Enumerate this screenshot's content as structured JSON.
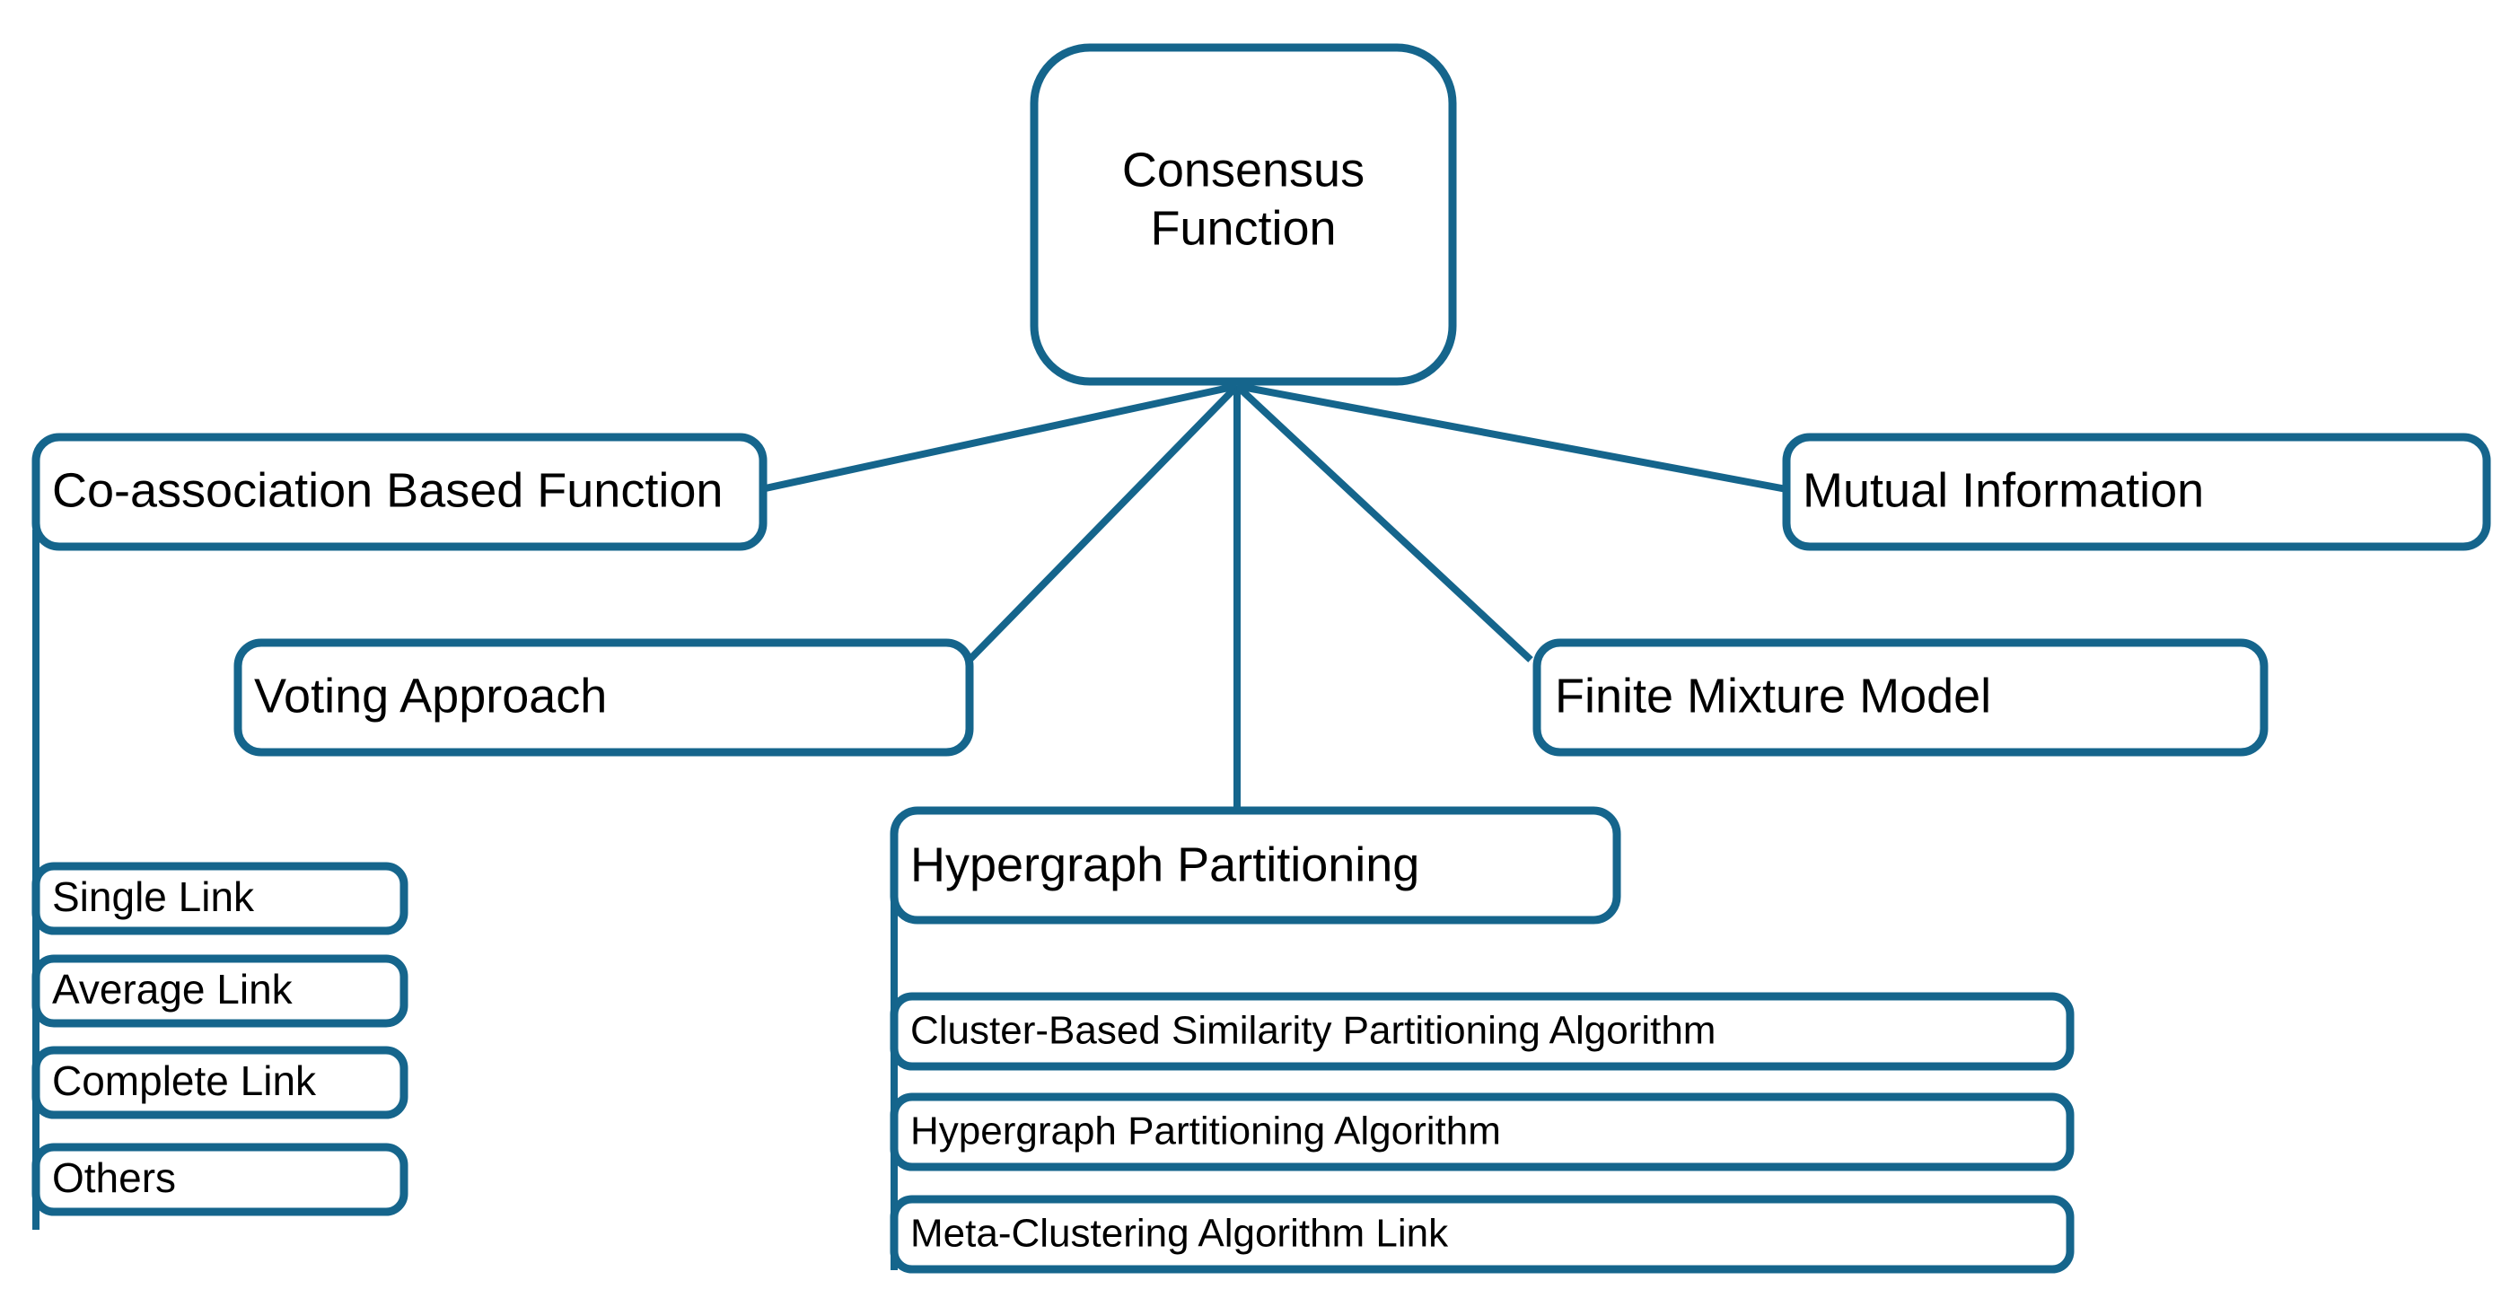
{
  "diagram": {
    "title": "Consensus Function taxonomy",
    "accent_color": "#15658C",
    "text_color": "#000000",
    "background_color": "#FFFFFF",
    "root": {
      "id": "consensus-function",
      "label_line1": "Consensus",
      "label_line2": "Function"
    },
    "branches": [
      {
        "id": "co-association-based-function",
        "label": "Co-association Based Function"
      },
      {
        "id": "voting-approach",
        "label": "Voting Approach"
      },
      {
        "id": "hypergraph-partitioning",
        "label": "Hypergraph Partitioning"
      },
      {
        "id": "finite-mixture-model",
        "label": "Finite Mixture Model"
      },
      {
        "id": "mutual-information",
        "label": "Mutual Information"
      }
    ],
    "co_association_children": [
      {
        "id": "single-link",
        "label": "Single Link"
      },
      {
        "id": "average-link",
        "label": "Average Link"
      },
      {
        "id": "complete-link",
        "label": "Complete Link"
      },
      {
        "id": "others",
        "label": "Others"
      }
    ],
    "hypergraph_children": [
      {
        "id": "cluster-based-similarity-partitioning-algorithm",
        "label": "Cluster-Based Similarity Partitioning Algorithm"
      },
      {
        "id": "hypergraph-partitioning-algorithm",
        "label": "Hypergraph Partitioning Algorithm"
      },
      {
        "id": "meta-clustering-algorithm-link",
        "label": "Meta-Clustering Algorithm Link"
      }
    ]
  }
}
